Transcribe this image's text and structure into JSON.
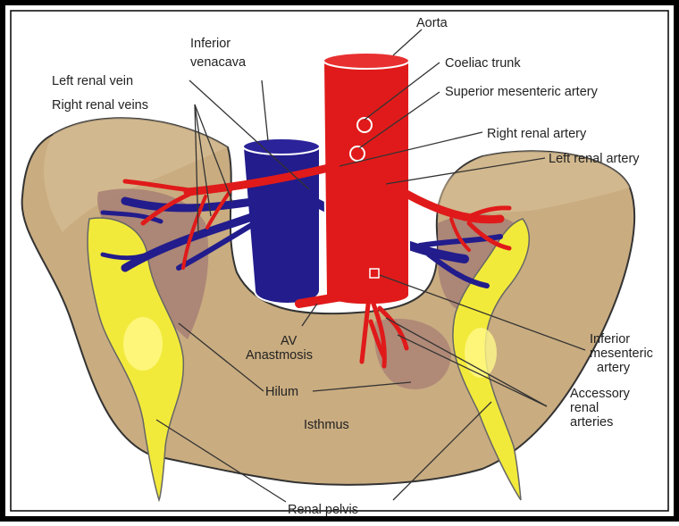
{
  "labels": {
    "aorta": "Aorta",
    "coeliac_trunk": "Coeliac trunk",
    "superior_mesenteric_artery": "Superior mesenteric artery",
    "inferior_venacava_line1": "Inferior",
    "inferior_venacava_line2": "venacava",
    "left_renal_vein": "Left renal vein",
    "right_renal_veins": "Right renal veins",
    "right_renal_artery": "Right renal artery",
    "left_renal_artery": "Left renal artery",
    "av_anastmosis_line1": "AV",
    "av_anastmosis_line2": "Anastmosis",
    "inferior_mesenteric_line1": "Inferior",
    "inferior_mesenteric_line2": "mesenteric",
    "inferior_mesenteric_line3": "artery",
    "hilum": "Hilum",
    "isthmus": "Isthmus",
    "accessory_line1": "Accessory",
    "accessory_line2": "renal",
    "accessory_line3": "arteries",
    "renal_pelvis": "Renal pelvis"
  },
  "colors": {
    "kidney": "#c9ac80",
    "kidney_outline": "#333333",
    "aorta": "#e01a1a",
    "vena_cava": "#221c8c",
    "pelvis": "#f2ea3a",
    "hilum": "#a77f74"
  }
}
